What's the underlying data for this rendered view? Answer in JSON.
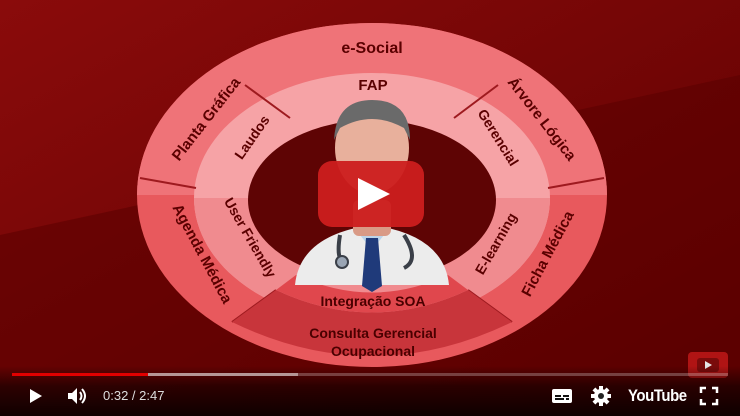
{
  "video": {
    "wheel": {
      "outer_ring": [
        "e-Social",
        "Árvore Lógica",
        "Ficha Médica",
        "Agenda Médica",
        "Planta Gráfica"
      ],
      "inner_ring": [
        "FAP",
        "Gerencial",
        "E-learning",
        "User Friendly",
        "Laudos"
      ],
      "bottom_inner": "Integração SOA",
      "bottom_outer_line1": "Consulta Gerencial",
      "bottom_outer_line2": "Ocupacional"
    }
  },
  "player": {
    "current_time": "0:32",
    "separator": " / ",
    "duration": "2:47",
    "progress_fraction": 0.19,
    "brand": "YouTube",
    "big_play_icon": "play-icon",
    "colors": {
      "progress": "#e20000",
      "play_button": "#cc1d1d"
    }
  }
}
